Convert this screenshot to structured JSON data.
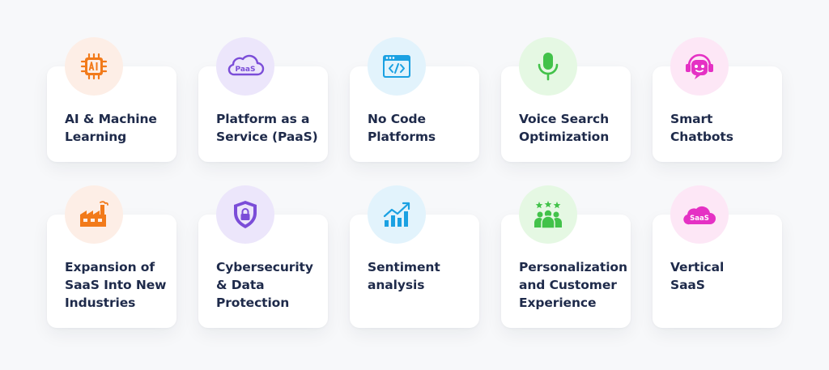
{
  "colors": {
    "ai_bg": "#fdeee6",
    "ai": "#f27a1a",
    "paas_bg": "#ece6fb",
    "paas": "#7b4dd8",
    "nocode_bg": "#e2f3fc",
    "nocode": "#1ba1e2",
    "voice_bg": "#e5f8e3",
    "voice": "#42c24a",
    "chatbot_bg": "#fde7f6",
    "chatbot": "#e531c4"
  },
  "cards": [
    {
      "label": "AI & Machine\nLearning",
      "icon": "ai-chip-icon"
    },
    {
      "label": "Platform as a\nService (PaaS)",
      "icon": "paas-cloud-icon",
      "icon_text": "PaaS"
    },
    {
      "label": "No Code\nPlatforms",
      "icon": "code-window-icon"
    },
    {
      "label": "Voice Search\nOptimization",
      "icon": "microphone-icon"
    },
    {
      "label": "Smart\nChatbots",
      "icon": "chatbot-icon"
    },
    {
      "label": "Expansion of\nSaaS Into New\nIndustries",
      "icon": "factory-icon"
    },
    {
      "label": "Cybersecurity\n& Data\nProtection",
      "icon": "shield-lock-icon"
    },
    {
      "label": "Sentiment\nanalysis",
      "icon": "bar-chart-trend-icon"
    },
    {
      "label": "Personalization\nand Customer\nExperience",
      "icon": "team-stars-icon"
    },
    {
      "label": "Vertical\nSaaS",
      "icon": "saas-cloud-icon",
      "icon_text": "SaaS"
    }
  ]
}
